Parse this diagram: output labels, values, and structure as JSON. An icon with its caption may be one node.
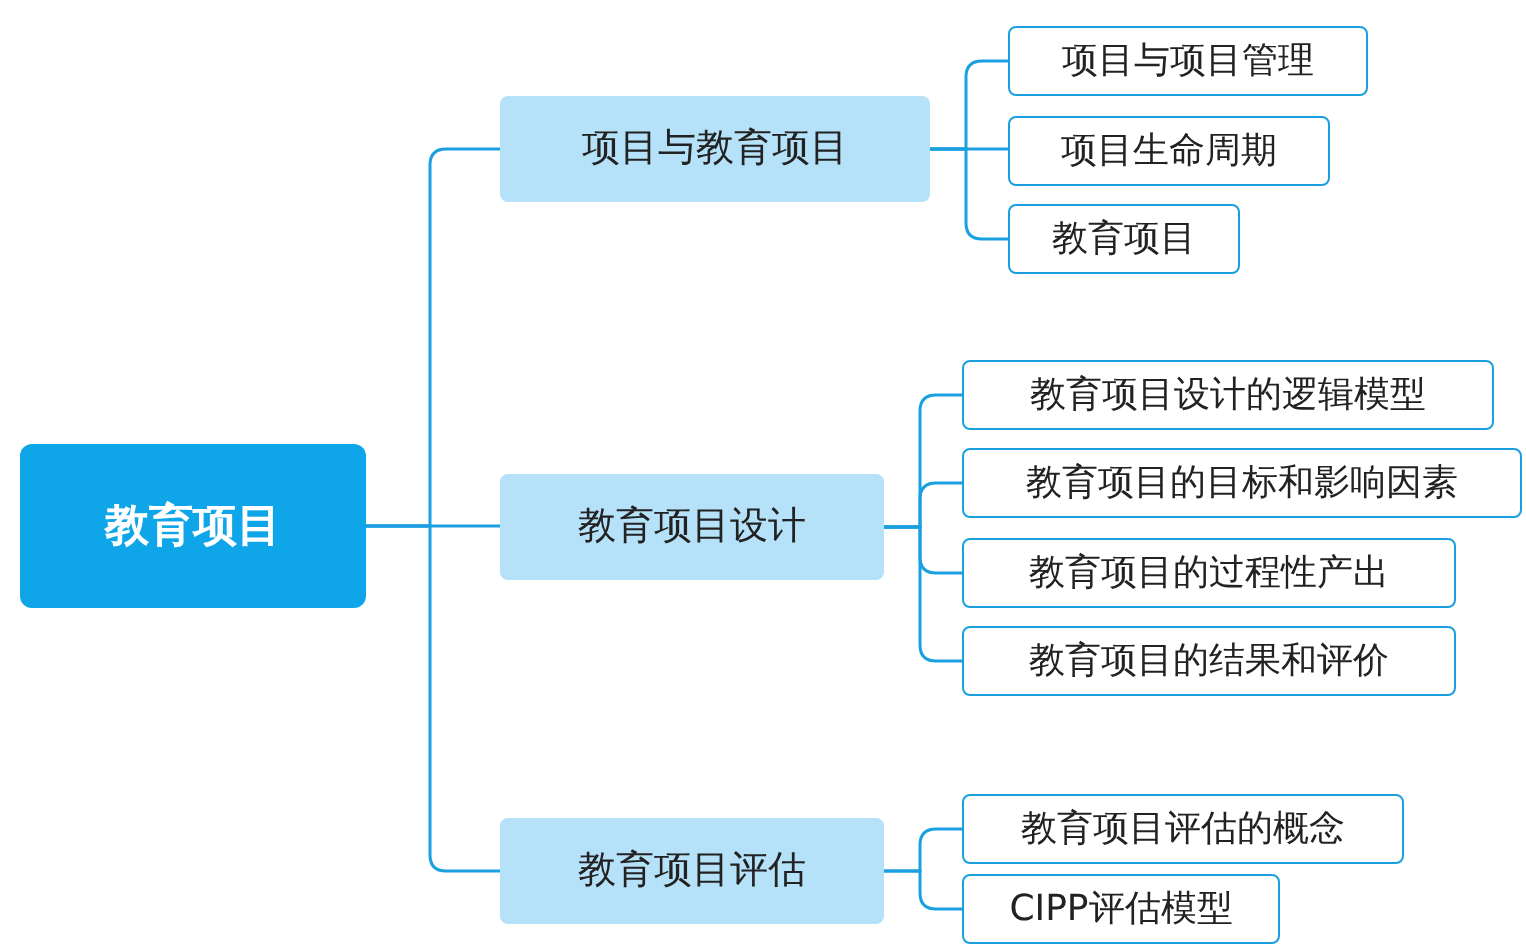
{
  "diagram": {
    "nodes": [
      {
        "text": [
          "教育项目"
        ]
      },
      {
        "text": [
          "项目与教育项目"
        ]
      },
      {
        "text": [
          "项目与项目管理"
        ]
      },
      {
        "text": [
          "项目生命周期"
        ]
      },
      {
        "text": [
          "教育项目"
        ]
      },
      {
        "text": [
          "教育项目设计"
        ]
      },
      {
        "text": [
          "教育项目设计的逻辑模型"
        ]
      },
      {
        "text": [
          "教育项目的目标和影响因素"
        ]
      },
      {
        "text": [
          "教育项目的过程性产出"
        ]
      },
      {
        "text": [
          "教育项目的结果和评价"
        ]
      },
      {
        "text": [
          "教育项目评估"
        ]
      },
      {
        "text": [
          "教育项目评估的概念"
        ]
      },
      {
        "text": [
          "CIPP评估模型"
        ]
      }
    ],
    "edges": [
      {
        "from": 0,
        "to": 1,
        "arrow": "none"
      },
      {
        "from": 0,
        "to": 5,
        "arrow": "none"
      },
      {
        "from": 0,
        "to": 10,
        "arrow": "none"
      },
      {
        "from": 1,
        "to": 2,
        "arrow": "none"
      },
      {
        "from": 1,
        "to": 3,
        "arrow": "none"
      },
      {
        "from": 1,
        "to": 4,
        "arrow": "none"
      },
      {
        "from": 5,
        "to": 6,
        "arrow": "none"
      },
      {
        "from": 5,
        "to": 7,
        "arrow": "none"
      },
      {
        "from": 5,
        "to": 8,
        "arrow": "none"
      },
      {
        "from": 5,
        "to": 9,
        "arrow": "none"
      },
      {
        "from": 10,
        "to": 11,
        "arrow": "none"
      },
      {
        "from": 10,
        "to": 12,
        "arrow": "none"
      }
    ]
  }
}
